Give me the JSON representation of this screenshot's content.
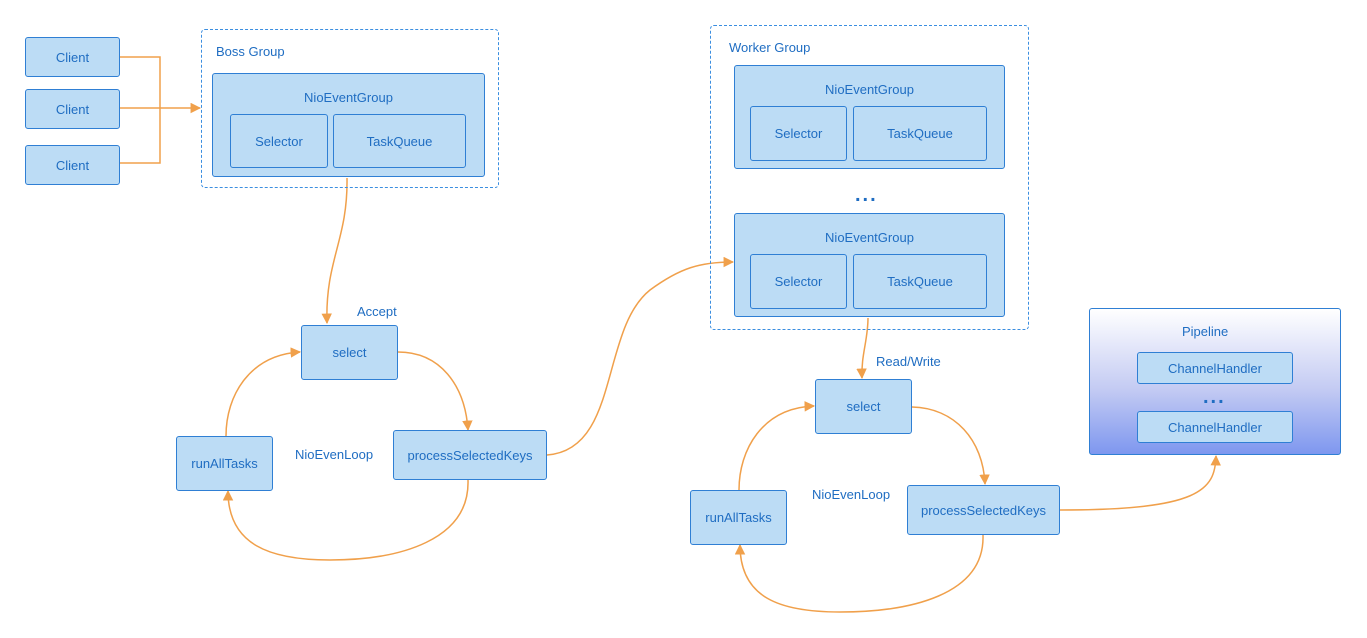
{
  "clients": [
    "Client",
    "Client",
    "Client"
  ],
  "boss_group": {
    "title": "Boss Group",
    "event_group": {
      "title": "NioEventGroup",
      "selector": "Selector",
      "task_queue": "TaskQueue"
    }
  },
  "worker_group": {
    "title": "Worker Group",
    "event_groups": [
      {
        "title": "NioEventGroup",
        "selector": "Selector",
        "task_queue": "TaskQueue"
      },
      {
        "title": "NioEventGroup",
        "selector": "Selector",
        "task_queue": "TaskQueue"
      }
    ],
    "ellipsis": "..."
  },
  "boss_loop": {
    "event_label": "Accept",
    "select": "select",
    "process": "processSelectedKeys",
    "run_tasks": "runAllTasks",
    "loop_label": "NioEvenLoop"
  },
  "worker_loop": {
    "event_label": "Read/Write",
    "select": "select",
    "process": "processSelectedKeys",
    "run_tasks": "runAllTasks",
    "loop_label": "NioEvenLoop"
  },
  "pipeline": {
    "title": "Pipeline",
    "handlers": [
      "ChannelHandler",
      "ChannelHandler"
    ],
    "ellipsis": "..."
  },
  "colors": {
    "box_fill": "#bcdcf5",
    "box_border": "#2f7fd4",
    "text": "#1f6dc2",
    "group_border": "#3b8ee0",
    "arrow": "#f0a04b"
  }
}
